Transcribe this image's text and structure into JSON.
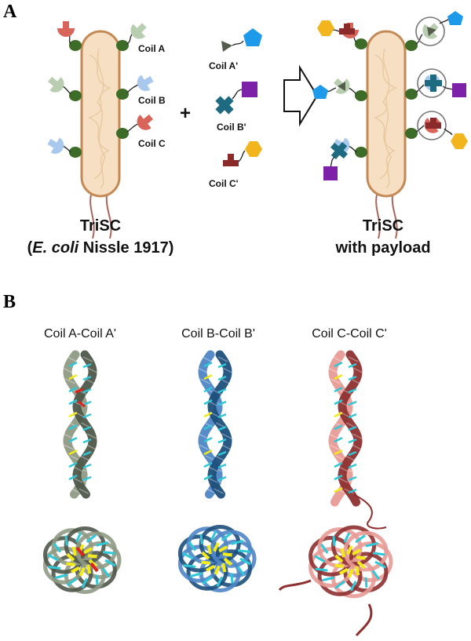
{
  "panels": {
    "a": "A",
    "b": "B"
  },
  "panel_a": {
    "plus": "+",
    "coils": {
      "a": "Coil A",
      "b": "Coil B",
      "c": "Coil C"
    },
    "partners": {
      "a": "Coil A'",
      "b": "Coil B'",
      "c": "Coil C'"
    },
    "left_caption": {
      "line1": "TriSC",
      "open_paren": "(",
      "species": "E. coli",
      "strain": " Nissle 1917)"
    },
    "right_caption": {
      "line1": "TriSC",
      "line2": "with payload"
    }
  },
  "panel_b": {
    "titles": [
      "Coil A-Coil A'",
      "Coil B-Coil B'",
      "Coil C-Coil C'"
    ]
  },
  "colors": {
    "coil_a": "#b9cdb0",
    "coil_b": "#a8c8ee",
    "coil_c": "#d9645a",
    "partner_a": "#555e4c",
    "partner_b": "#1e6a80",
    "partner_c": "#8b2a2a",
    "payload_a": "#1e9aea",
    "payload_b": "#7d22a8",
    "payload_c": "#f2b51e",
    "anchor": "#3d6b28",
    "cell_fill": "#f6dfc2",
    "cell_stroke": "#c48a55",
    "helix_a": "#8f9a84",
    "helix_b": "#4e86c6",
    "helix_c": "#e89b96",
    "helix_c_dark": "#8e3030",
    "helix_dark_a": "#4f574a",
    "helix_dark_b": "#1d4f7c",
    "side_cyan": "#2ec8d8",
    "side_yellow": "#f2ea1a",
    "side_red": "#e0201a"
  }
}
